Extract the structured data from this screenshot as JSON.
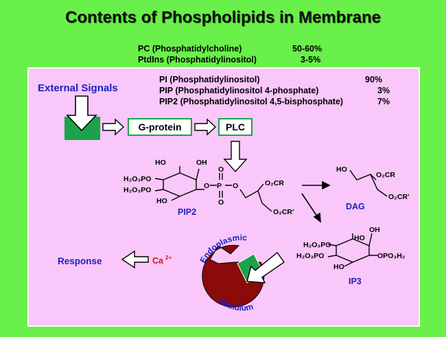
{
  "title": "Contents of Phospholipids in Membrane",
  "membrane": [
    {
      "name": "PC (Phosphatidylcholine)",
      "pct": "50-60%"
    },
    {
      "name": "PtdIns (Phosphatidylinositol)",
      "pct": "3-5%"
    }
  ],
  "ptdins": [
    {
      "name": "PI (Phosphatidylinositol)",
      "pct": "90%"
    },
    {
      "name": "PIP (Phosphatidylinositol  4-phosphate)",
      "pct": "3%"
    },
    {
      "name": "PIP2 (Phosphatidylinositol  4,5-bisphosphate)",
      "pct": "7%"
    }
  ],
  "labels": {
    "external_signals": "External Signals",
    "g_protein": "G-protein",
    "plc": "PLC",
    "pip2": "PIP2",
    "dag": "DAG",
    "ip3": "IP3",
    "response": "Response",
    "ca": "Ca",
    "ca_charge": "2+",
    "er_top": "Endoplasmic",
    "er_bottom": "Retilulum"
  },
  "chem": {
    "h2o3po": "H₂O₃PO",
    "ho": "HO",
    "oh": "OH",
    "o": "O",
    "p": "P",
    "o2cr": "O₂CR",
    "o2cr_prime": "O₂CR'",
    "opo3h2": "OPO₃H₂"
  },
  "colors": {
    "background": "#6af04a",
    "panel": "#f9c7f9",
    "blue_text": "#1d1fbf",
    "green_box": "#1aa34a",
    "ca_red": "#e01010",
    "er_fill": "#8b0a0a"
  }
}
